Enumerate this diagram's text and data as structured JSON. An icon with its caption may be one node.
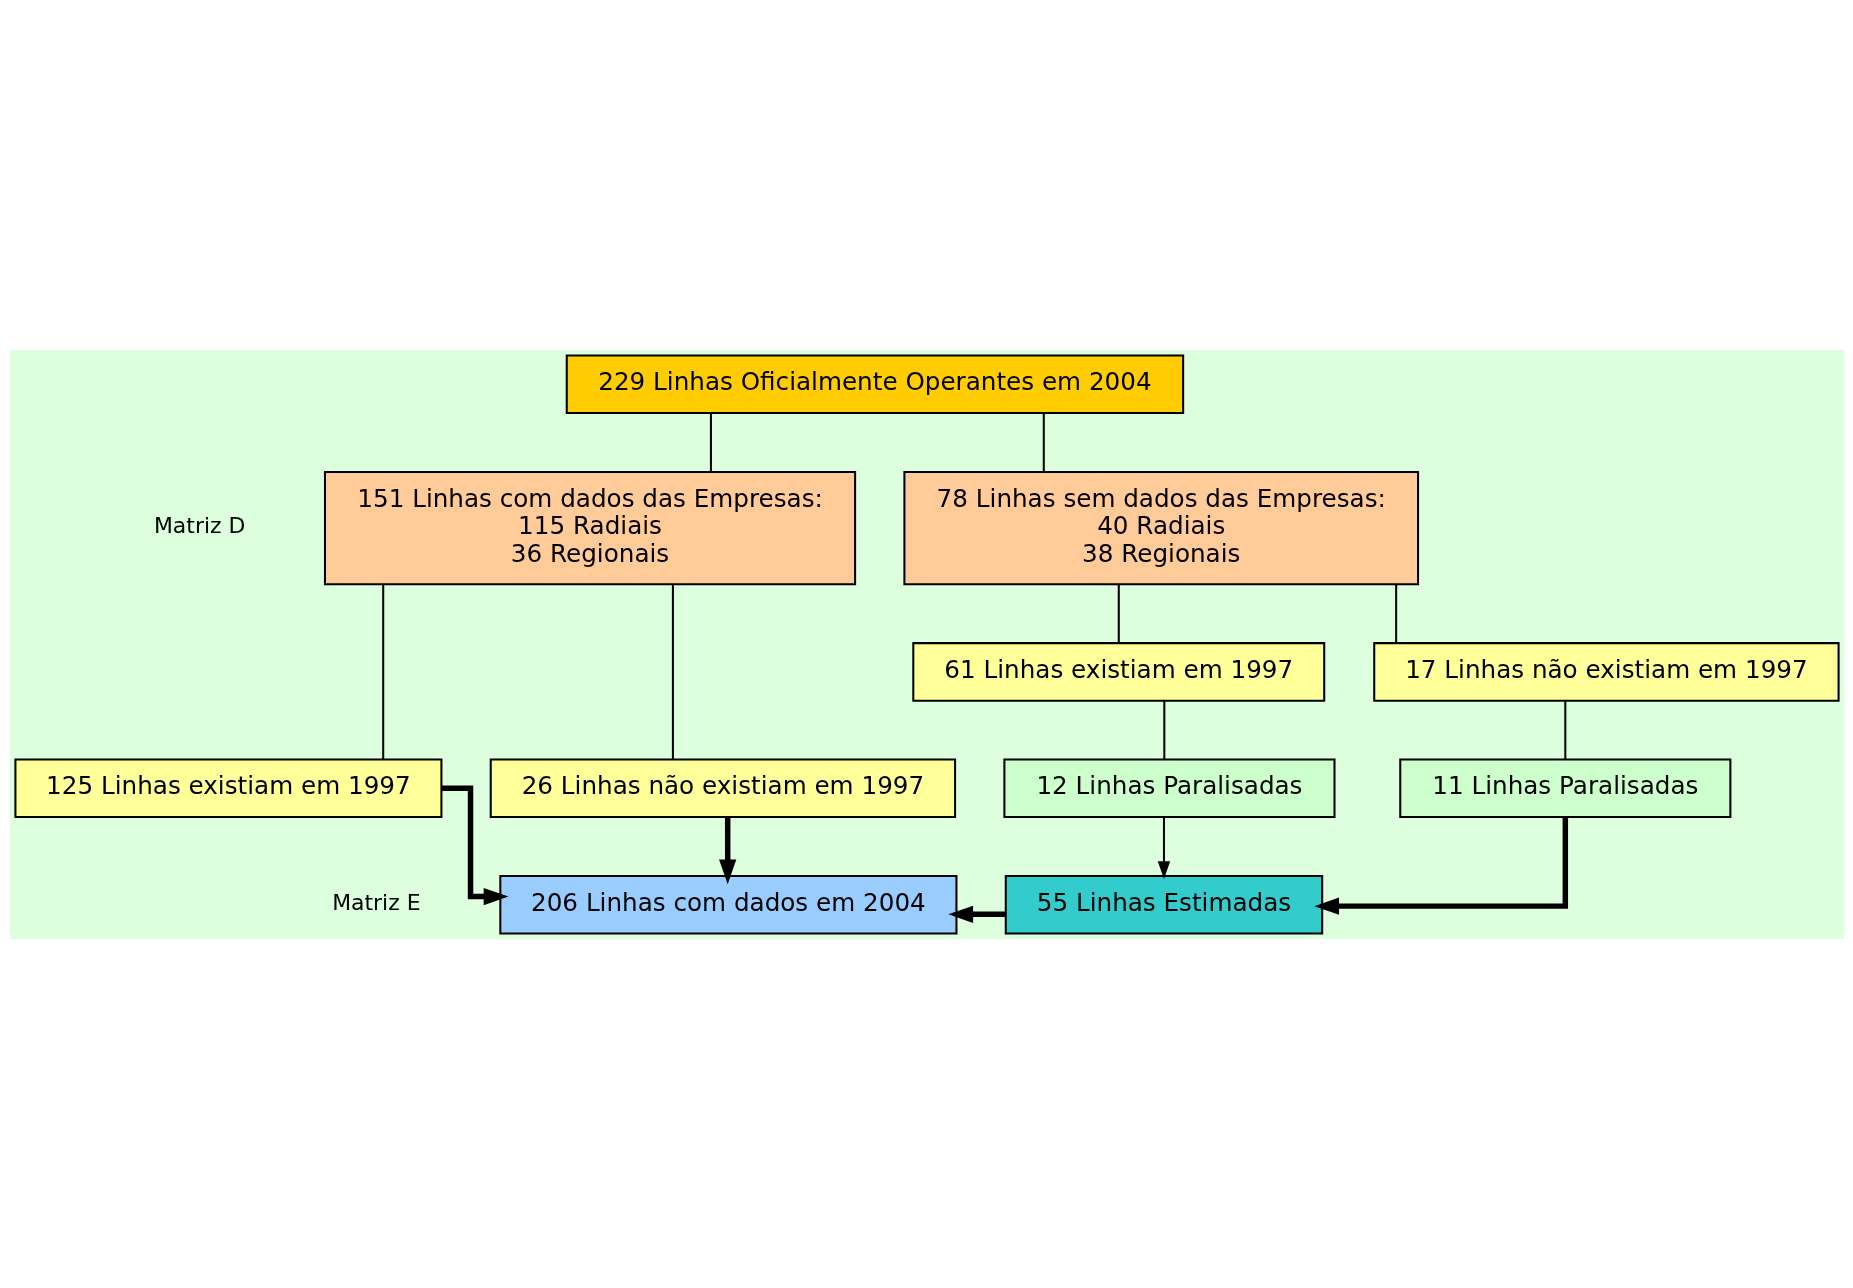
{
  "diagram": {
    "nodes": [
      {
        "text": [
          "229 Linhas Oficialmente Operantes em 2004"
        ]
      },
      {
        "text": [
          "151 Linhas com dados das Empresas:",
          "115 Radiais",
          "36 Regionais"
        ]
      },
      {
        "text": [
          "78 Linhas sem dados das Empresas:",
          "40 Radiais",
          "38 Regionais"
        ]
      },
      {
        "text": [
          "125 Linhas existiam em 1997"
        ]
      },
      {
        "text": [
          "26 Linhas não existiam em 1997"
        ]
      },
      {
        "text": [
          "61 Linhas existiam em 1997"
        ]
      },
      {
        "text": [
          "17 Linhas não existiam em 1997"
        ]
      },
      {
        "text": [
          "12 Linhas Paralisadas"
        ]
      },
      {
        "text": [
          "11 Linhas Paralisadas"
        ]
      },
      {
        "text": [
          "206 Linhas com dados em 2004"
        ]
      },
      {
        "text": [
          "55 Linhas Estimadas"
        ]
      }
    ],
    "edges": [
      {
        "from": 0,
        "to": 1,
        "arrow": "none"
      },
      {
        "from": 0,
        "to": 2,
        "arrow": "none"
      },
      {
        "from": 1,
        "to": 3,
        "arrow": "none"
      },
      {
        "from": 1,
        "to": 4,
        "arrow": "none"
      },
      {
        "from": 2,
        "to": 5,
        "arrow": "none"
      },
      {
        "from": 2,
        "to": 6,
        "arrow": "none"
      },
      {
        "from": 5,
        "to": 7,
        "arrow": "none"
      },
      {
        "from": 6,
        "to": 8,
        "arrow": "none"
      },
      {
        "from": 3,
        "to": 9,
        "arrow": "to",
        "style": "thick"
      },
      {
        "from": 4,
        "to": 9,
        "arrow": "to",
        "style": "thick"
      },
      {
        "from": 7,
        "to": 10,
        "arrow": "to"
      },
      {
        "from": 8,
        "to": 10,
        "arrow": "to",
        "style": "thick"
      },
      {
        "from": 10,
        "to": 9,
        "arrow": "to",
        "style": "thick"
      }
    ],
    "labels": [
      "Matriz D",
      "Matriz E"
    ]
  }
}
